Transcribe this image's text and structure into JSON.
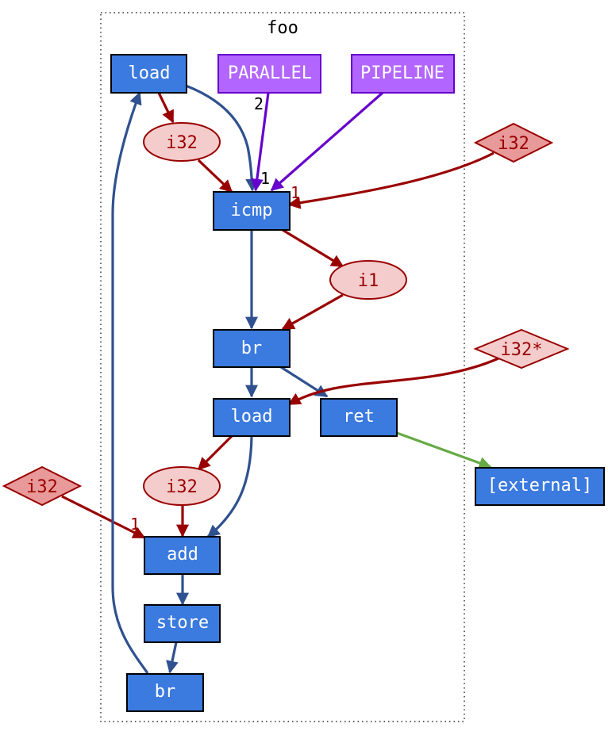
{
  "cluster": {
    "title": "foo"
  },
  "colors": {
    "instr_fill": "#3b7ade",
    "attr_fill": "#b266ff",
    "attr_stroke": "#6600cc",
    "val_fill": "#f5cccc",
    "const_fill": "#e89999",
    "data_edge": "#990000",
    "ctrl_edge": "#30518f",
    "attr_edge": "#6600cc",
    "ext_edge": "#66aa44"
  },
  "nodes": {
    "load1": "load",
    "parallel": "PARALLEL",
    "pipeline": "PIPELINE",
    "i32_a": "i32",
    "i32_const_right": "i32",
    "icmp": "icmp",
    "i1": "i1",
    "br1": "br",
    "i32ptr": "i32*",
    "load2": "load",
    "ret": "ret",
    "external": "[external]",
    "i32_const_left": "i32",
    "i32_b": "i32",
    "add": "add",
    "store": "store",
    "br2": "br"
  },
  "edge_labels": {
    "parallel_out": "2",
    "icmp_in_left": "1",
    "icmp_in_right": "1",
    "add_in_const": "1"
  }
}
